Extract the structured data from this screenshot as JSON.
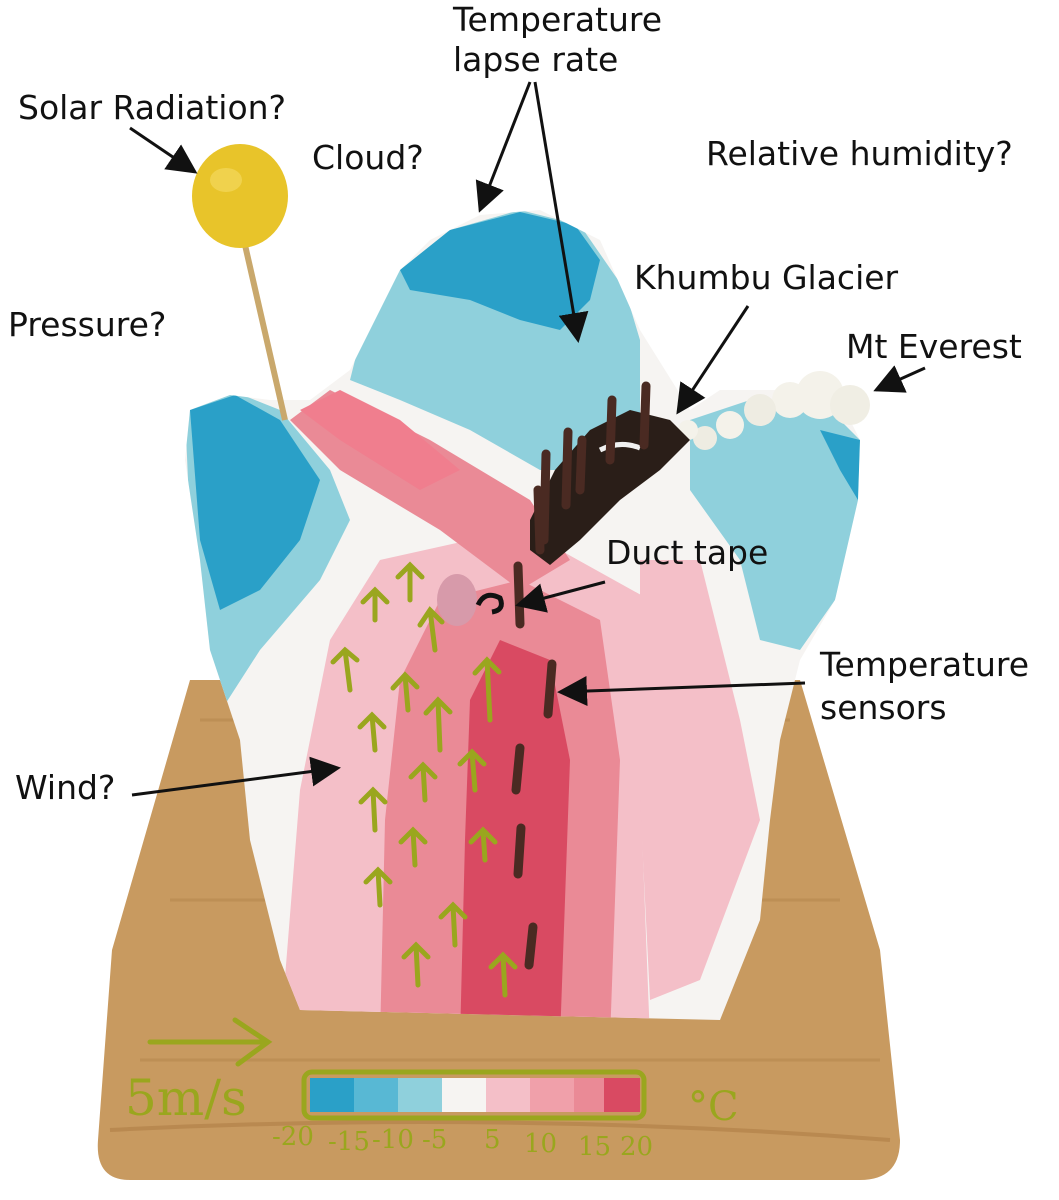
{
  "annotations": {
    "solar_radiation": "Solar Radiation?",
    "cloud": "Cloud?",
    "temperature_lapse_rate_line1": "Temperature",
    "temperature_lapse_rate_line2": "lapse rate",
    "relative_humidity": "Relative humidity?",
    "pressure": "Pressure?",
    "khumbu_glacier": "Khumbu Glacier",
    "mt_everest": "Mt Everest",
    "duct_tape": "Duct tape",
    "temperature_sensors_line1": "Temperature",
    "temperature_sensors_line2": "sensors",
    "wind": "Wind?"
  },
  "board_labels": {
    "wind_scale": "5m/s",
    "temp_unit": "°C",
    "temp_ticks": [
      "-20",
      "-15",
      "-10",
      "-5",
      "5",
      "10",
      "15",
      "20"
    ]
  },
  "colors": {
    "cold_dark": "#2aa0c8",
    "cold_light": "#8fd0dc",
    "neutral": "#f6f4f2",
    "warm_light": "#f4bfc8",
    "warm_mid": "#ea8a96",
    "warm_dark": "#d94a62",
    "sun": "#e8c42a",
    "board": "#c89a60",
    "icing": "#9aa61e"
  }
}
